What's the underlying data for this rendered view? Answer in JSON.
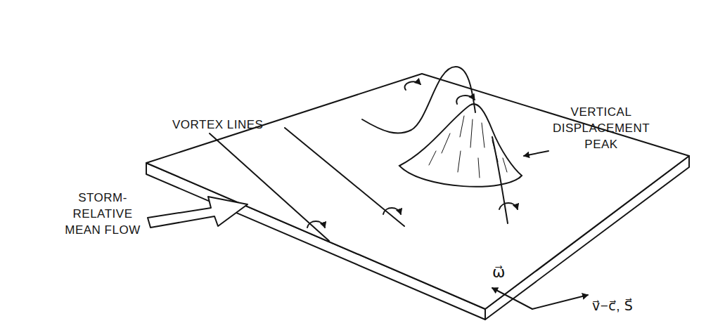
{
  "diagram": {
    "labels": [
      "VORTEX LINES",
      "VERTICAL DISPLACEMENT PEAK",
      "STORM- RELATIVE MEAN FLOW",
      "ω⃗",
      "v⃗−c⃗, S⃗"
    ]
  }
}
